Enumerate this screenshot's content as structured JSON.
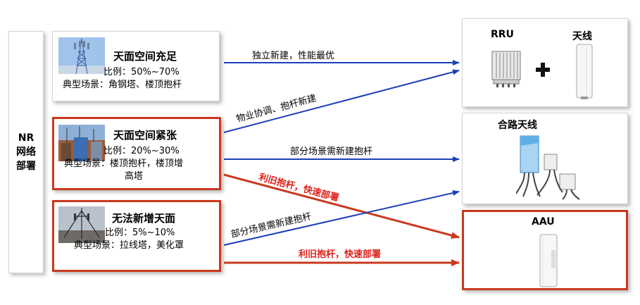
{
  "left_label": "NR网络部署",
  "scenarios": [
    {
      "title": "天面空间充足",
      "ratio": "比例：50%~70%",
      "scene": "典型场景：角钢塔、楼顶抱杆",
      "scene2": ""
    },
    {
      "title": "天面空间紧张",
      "ratio": "比例：20%~30%",
      "scene": "典型场景：楼顶抱杆，楼顶增",
      "scene2": "高塔"
    },
    {
      "title": "无法新增天面",
      "ratio": "比例：5%~10%",
      "scene": "典型场景：拉线塔，美化罩",
      "scene2": ""
    }
  ],
  "solutions": {
    "rru_label": "RRU",
    "antenna_label": "天线",
    "combined_label": "合路天线",
    "aau_label": "AAU"
  },
  "arrow_labels": {
    "a1": "独立新建，性能最优",
    "a2": "物业协调、抱杆新建",
    "a3": "部分场景需新建抱杆",
    "a4": "利旧抱杆，快速部署",
    "a5": "部分场景需新建抱杆",
    "a6": "利旧抱杆，快速部署"
  },
  "colors": {
    "blue_arrow": "#1c3fb8",
    "red_arrow": "#c9391e"
  }
}
